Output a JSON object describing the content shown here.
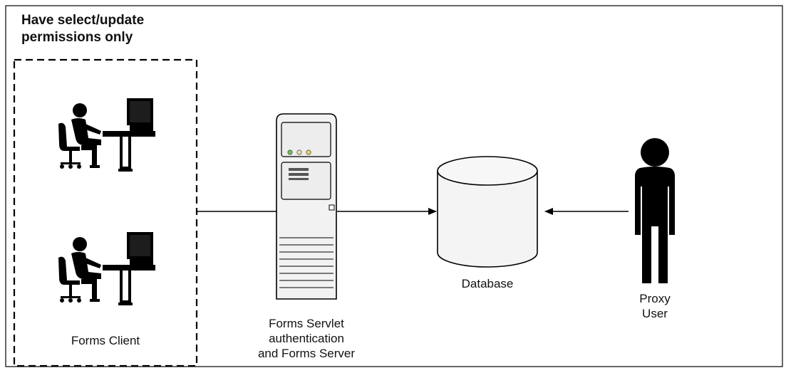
{
  "diagram": {
    "group_title": "Have select/update\npermissions only",
    "forms_client_label": "Forms Client",
    "server_label": "Forms Servlet\nauthentication\nand Forms Server",
    "database_label": "Database",
    "proxy_label": "Proxy\nUser",
    "icons": {
      "client_1": "computer-user-icon",
      "client_2": "computer-user-icon",
      "server": "server-tower-icon",
      "database": "database-cylinder-icon",
      "proxy": "person-icon"
    },
    "colors": {
      "line": "#000000",
      "server_fill": "#f2f2f2",
      "database_fill": "#f4f4f4",
      "figure": "#000000"
    }
  }
}
